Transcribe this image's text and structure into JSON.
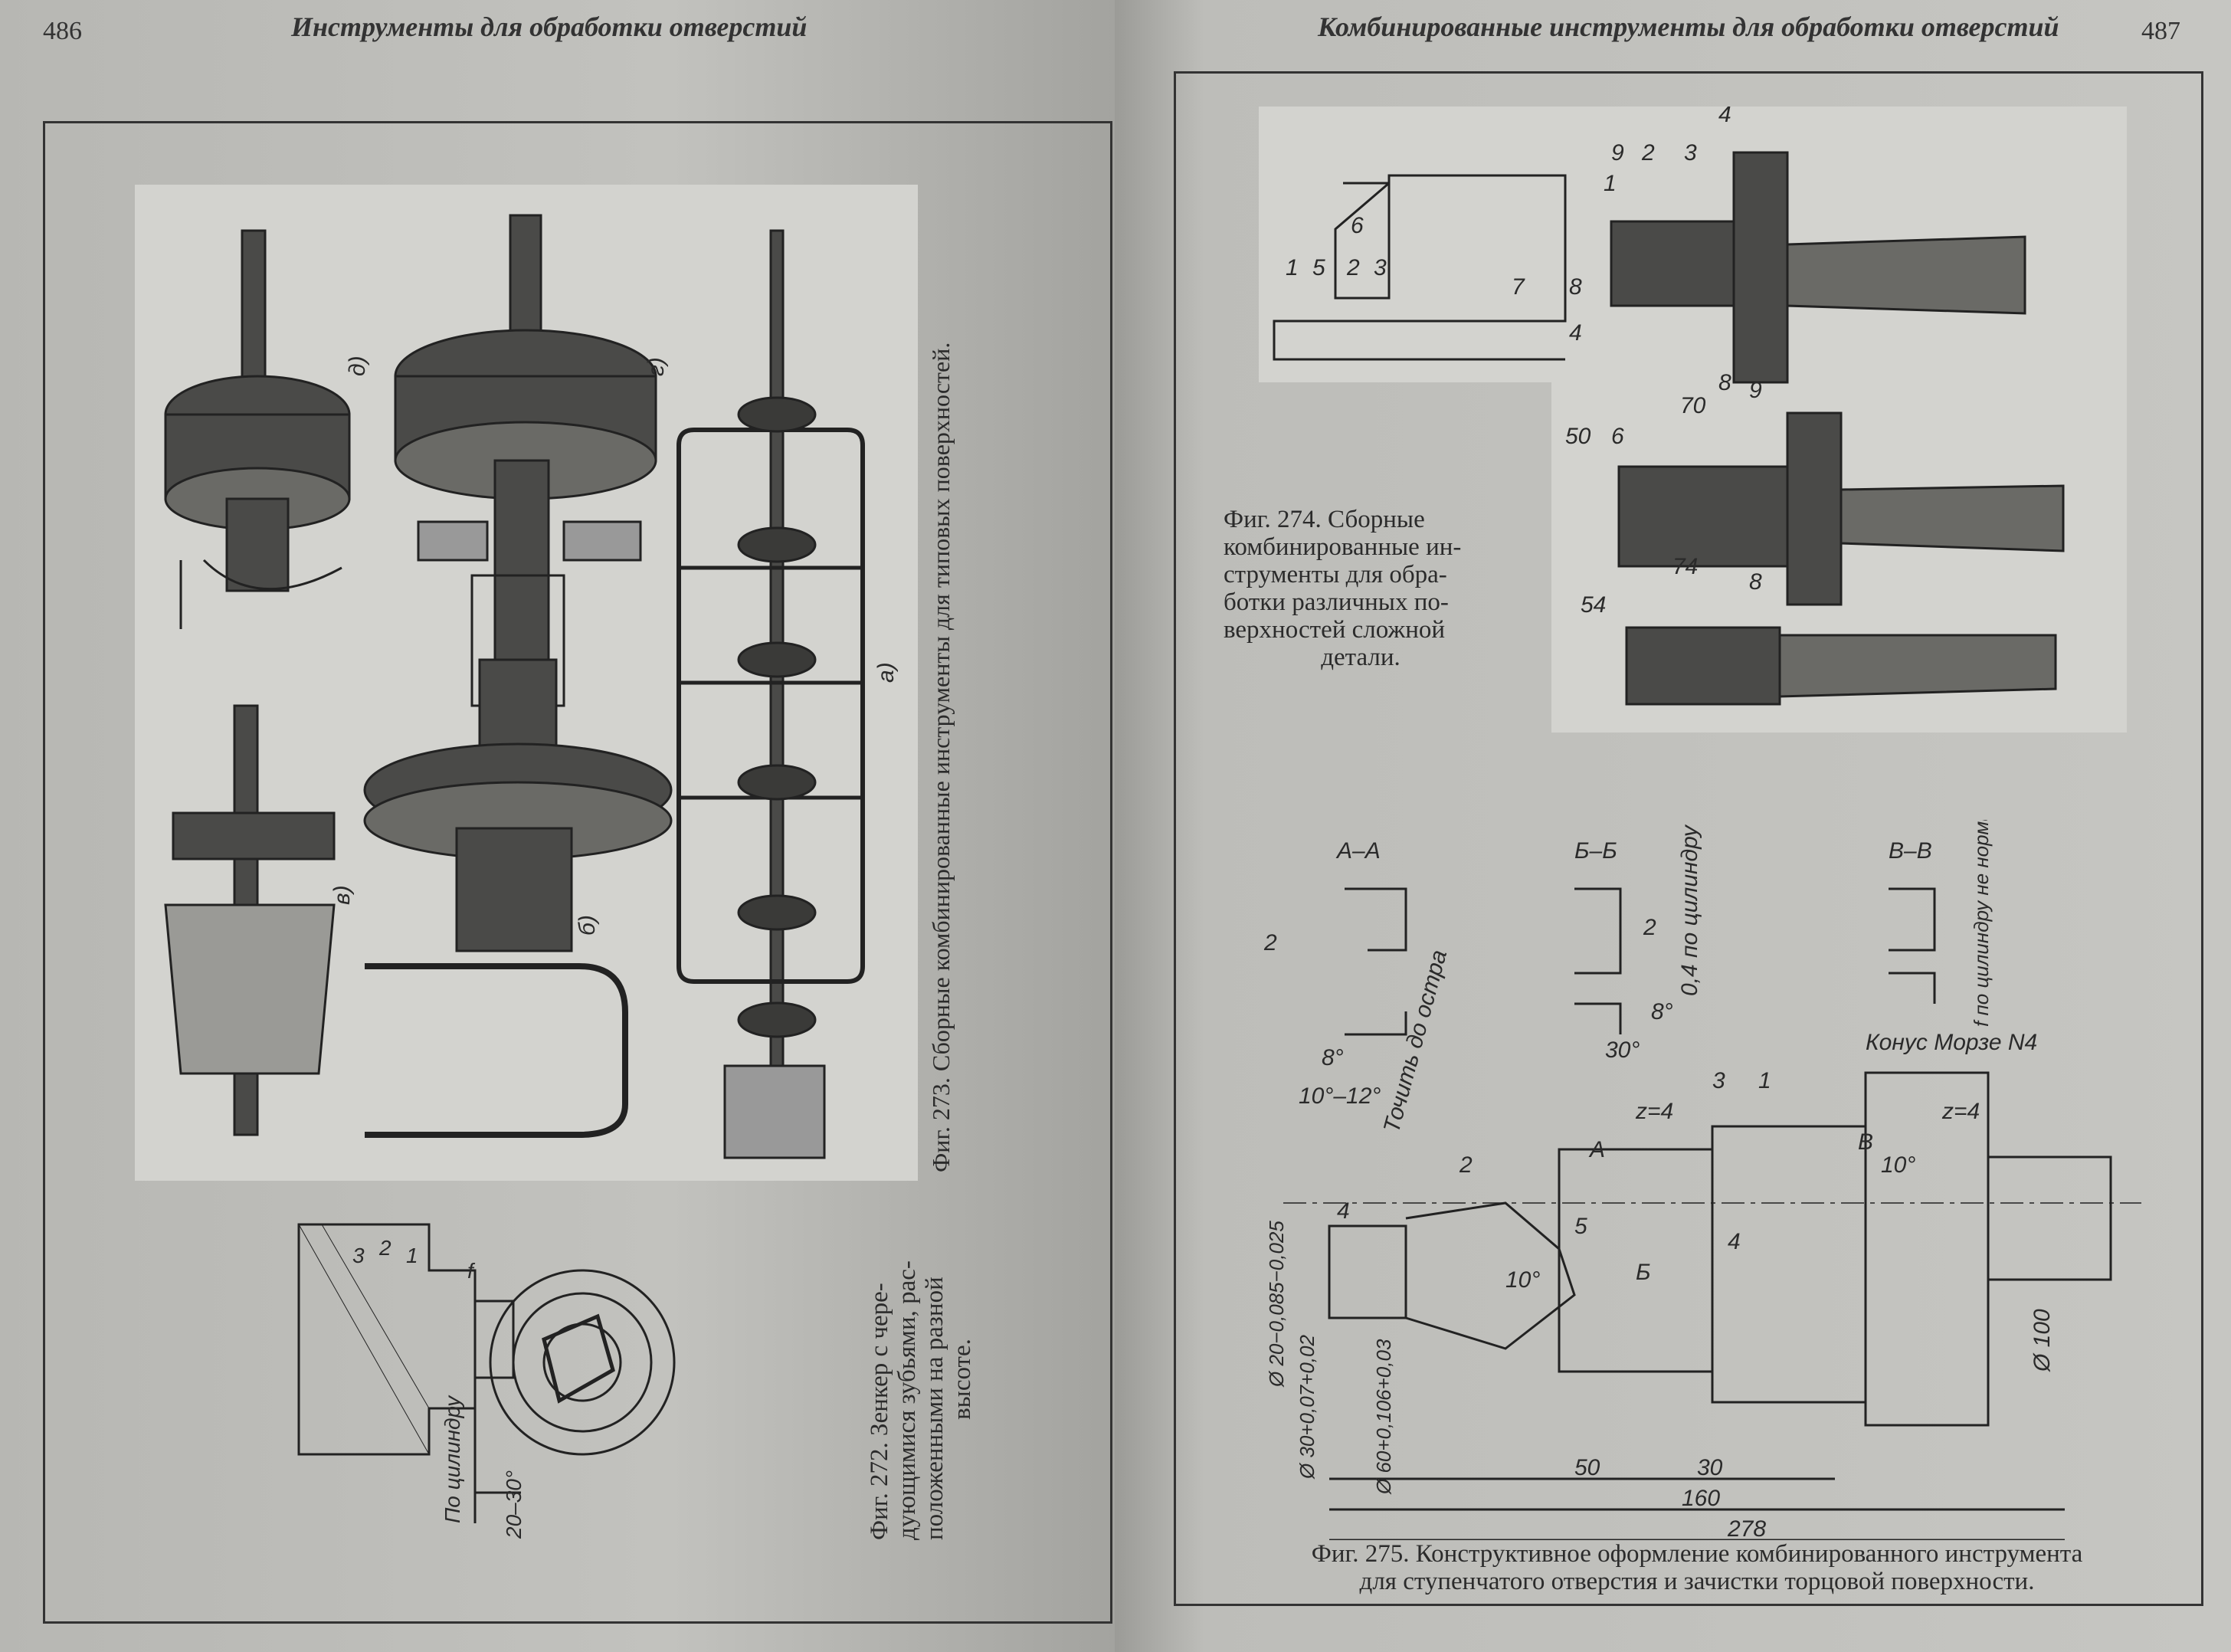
{
  "left_page": {
    "page_number": "486",
    "running_title": "Инструменты для обработки отверстий",
    "fig273": {
      "caption": "Фиг. 273. Сборные комбинированные инструменты для типовых поверхностей.",
      "labels": [
        "а)",
        "б)",
        "в)",
        "г)",
        "д)"
      ]
    },
    "fig272": {
      "caption_lines": [
        "Фиг. 272. Зенкер с чере-",
        "дующимися зубьями, рас-",
        "положенными на разной",
        "высоте."
      ],
      "labels": {
        "n1": "1",
        "n2": "2",
        "n3": "3",
        "f": "f",
        "cyl": "По цилиндру",
        "angle": "20–30°"
      }
    }
  },
  "right_page": {
    "page_number": "487",
    "running_title": "Комбинированные инструменты для обработки отверстий",
    "fig274": {
      "caption_lines": [
        "Фиг. 274. Сборные",
        "комбинированные ин-",
        "струменты для обра-",
        "ботки различных по-",
        "верхностей сложной",
        "детали."
      ],
      "labels": [
        "1",
        "5",
        "2",
        "3",
        "6",
        "7",
        "8",
        "4",
        "9",
        "2",
        "3",
        "4",
        "1",
        "8",
        "70",
        "9",
        "50",
        "6",
        "74",
        "8",
        "54"
      ]
    },
    "fig275": {
      "caption_lines": [
        "Фиг. 275. Конструктивное оформление комбинированного инструмента",
        "для ступенчатого отверстия и зачистки торцовой поверхности."
      ],
      "sections": [
        "А–А",
        "Б–Б",
        "В–В"
      ],
      "notes": {
        "sharpen": "Точить до остра",
        "cyl04": "0,4 по цилиндру",
        "f_cyl": "f по цилиндру не нормируется",
        "morse": "Конус Морзе N4",
        "z1": "z=4",
        "z2": "z=4",
        "ang1012": "10°–12°",
        "ang8a": "8°",
        "ang8b": "8°",
        "ang30": "30°",
        "ang10a": "10°",
        "ang10b": "10°",
        "two_a": "2",
        "two_b": "2"
      },
      "dims": {
        "d20": "Ø 20−0,085−0,025",
        "d30": "Ø 30+0,07+0,02",
        "d60": "Ø 60+0,106+0,03",
        "d100": "Ø 100",
        "l50": "50",
        "l30": "30",
        "l160": "160",
        "l278": "278"
      },
      "part_numbers": [
        "4",
        "2",
        "3",
        "1",
        "5",
        "4",
        "A",
        "Б",
        "В"
      ]
    }
  }
}
